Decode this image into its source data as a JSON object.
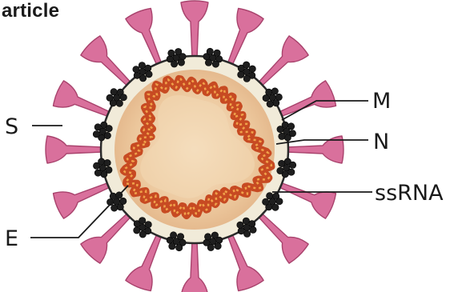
{
  "header": {
    "text": "article"
  },
  "labels": {
    "spike": "S",
    "envelope": "E",
    "membrane": "M",
    "nucleocapsid": "N",
    "genome": "ssRNA"
  },
  "colors": {
    "spike": "#d9709c",
    "spike_outline": "#a8426c",
    "membrane_ring": "#f1ebd9",
    "membrane_outline": "#2a2a2a",
    "protein_cluster": "#1e1e1e",
    "rna_strand": "#c74a22",
    "rna_highlight": "#f0a24a",
    "core": "#efcfa6",
    "leader_line": "#1a1a1a"
  }
}
